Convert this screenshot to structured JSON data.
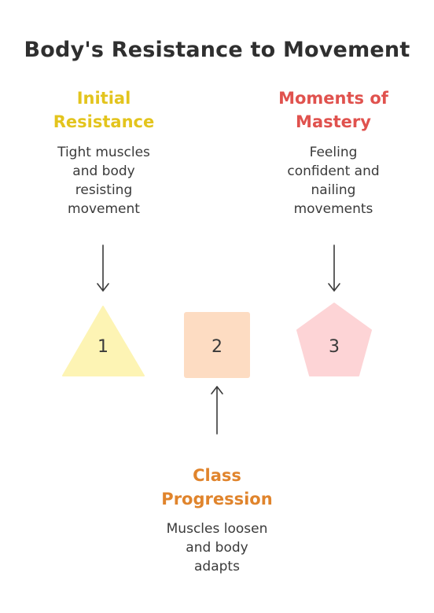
{
  "title": "Body's Resistance to Movement",
  "colors": {
    "stage1_heading": "#e3c41d",
    "stage2_heading": "#e0842c",
    "stage3_heading": "#e0524e",
    "stage1_fill": "#fdf4b4",
    "stage2_fill": "#fddcc2",
    "stage3_fill": "#fdd4d6",
    "arrow": "#3a3a3a"
  },
  "stages": [
    {
      "number": "1",
      "heading_line1": "Initial",
      "heading_line2": "Resistance",
      "desc_lines": [
        "Tight muscles",
        "and body",
        "resisting",
        "movement"
      ],
      "shape": "triangle-icon"
    },
    {
      "number": "2",
      "heading_line1": "Class",
      "heading_line2": "Progression",
      "desc_lines": [
        "Muscles loosen",
        "and body",
        "adapts"
      ],
      "shape": "square-icon"
    },
    {
      "number": "3",
      "heading_line1": "Moments of",
      "heading_line2": "Mastery",
      "desc_lines": [
        "Feeling",
        "confident and",
        "nailing",
        "movements"
      ],
      "shape": "pentagon-icon"
    }
  ]
}
